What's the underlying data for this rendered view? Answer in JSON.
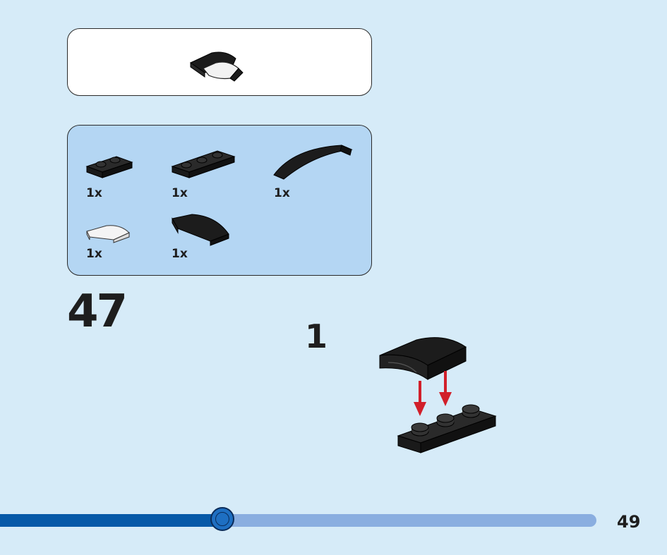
{
  "sub_assembly": {
    "icon": "curved-slope-assembly-icon"
  },
  "parts": [
    {
      "icon": "plate-1x2-black-icon",
      "quantity": "1x"
    },
    {
      "icon": "plate-1x3-black-icon",
      "quantity": "1x"
    },
    {
      "icon": "arch-curved-slope-black-icon",
      "quantity": "1x"
    },
    {
      "icon": "curved-slope-white-icon",
      "quantity": "1x"
    },
    {
      "icon": "curved-slope-black-icon",
      "quantity": "1x"
    }
  ],
  "step": {
    "number": "47",
    "substep": "1"
  },
  "progress": {
    "fraction": 0.375
  },
  "page": {
    "number": "49"
  },
  "colors": {
    "background": "#d6ebf8",
    "parts_panel": "#b4d6f3",
    "progress_fill": "#0659a8",
    "progress_track": "#8aaee0",
    "arrow": "#d11f2a"
  }
}
